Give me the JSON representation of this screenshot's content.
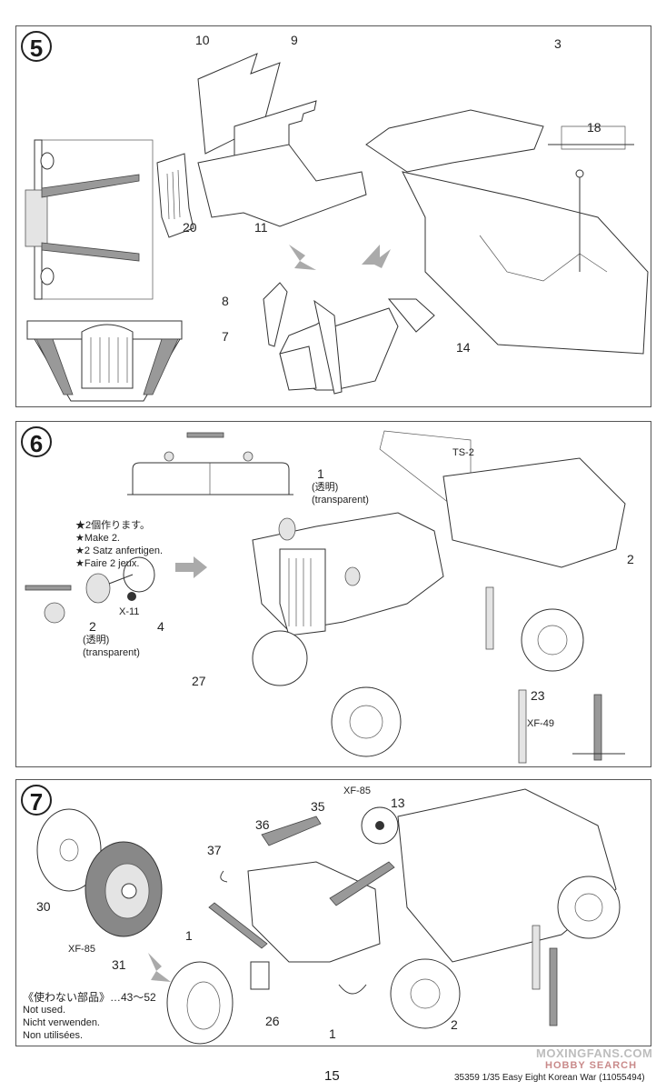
{
  "page": {
    "number": "15",
    "footer": "35359 1/35 Easy Eight Korean War (11055494)",
    "watermark_primary": "MOXINGFANS.COM",
    "watermark_secondary": "HOBBY SEARCH"
  },
  "steps": [
    {
      "number": "5",
      "parts": {
        "p10": "10",
        "p9": "9",
        "p20": "20",
        "p11": "11",
        "p3": "3",
        "p18": "18",
        "p8": "8",
        "p7": "7",
        "p14": "14"
      }
    },
    {
      "number": "6",
      "parts": {
        "p1": "1",
        "p2a": "2",
        "p4": "4",
        "p2b": "2",
        "p27": "27",
        "p23": "23"
      },
      "transparent_jp": "(透明)",
      "transparent_en": "(transparent)",
      "paints": {
        "ts2": "TS-2",
        "x11": "X-11",
        "xf49": "XF-49"
      },
      "make2_notes": [
        "★2個作ります。",
        "★Make 2.",
        "★2 Satz anfertigen.",
        "★Faire 2 jeux."
      ]
    },
    {
      "number": "7",
      "parts": {
        "p35": "35",
        "p13": "13",
        "p36": "36",
        "p37": "37",
        "p30": "30",
        "p1a": "1",
        "p31": "31",
        "p26": "26",
        "p1b": "1",
        "p2": "2"
      },
      "paints": {
        "xf85a": "XF-85",
        "xf85b": "XF-85"
      },
      "unused_notes": [
        "《使わない部品》…43〜52",
        "Not used.",
        "Nicht verwenden.",
        "Non utilisées."
      ]
    }
  ],
  "colors": {
    "line": "#333333",
    "shade": "#999999",
    "border": "#555555"
  }
}
